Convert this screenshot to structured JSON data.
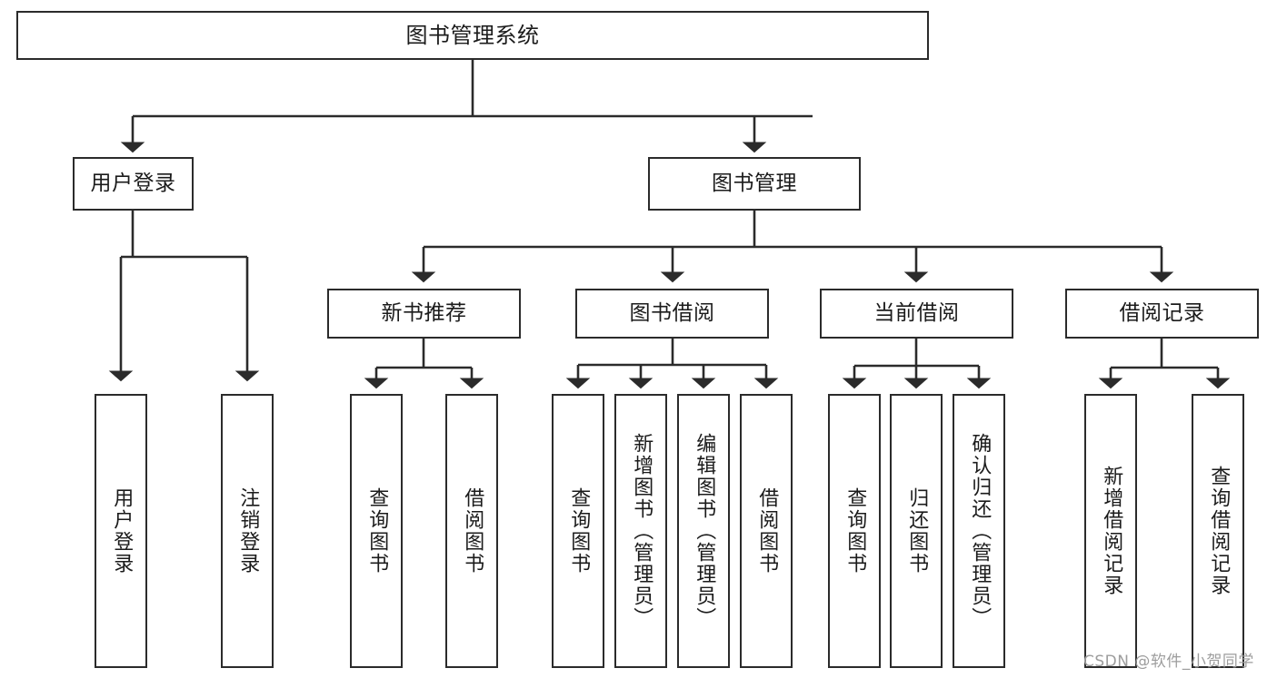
{
  "diagram": {
    "type": "tree",
    "title": "图书管理系统",
    "watermark": "CSDN @软件_小贺同学",
    "colors": {
      "box_border": "#2b2b2b",
      "box_fill": "#ffffff",
      "connector": "#2b2b2b",
      "text": "#1b1b1b",
      "watermark": "#9d9d9d",
      "background": "#ffffff"
    },
    "levels": {
      "root": {
        "label": "图书管理系统"
      },
      "level2": [
        {
          "label": "用户登录"
        },
        {
          "label": "图书管理"
        }
      ],
      "level3": [
        {
          "label": "新书推荐"
        },
        {
          "label": "图书借阅"
        },
        {
          "label": "当前借阅"
        },
        {
          "label": "借阅记录"
        }
      ],
      "leaves": {
        "user_login": [
          {
            "label": "用户登录"
          },
          {
            "label": "注销登录"
          }
        ],
        "new_book_recommend": [
          {
            "label": "查询图书"
          },
          {
            "label": "借阅图书"
          }
        ],
        "book_borrow": [
          {
            "label": "查询图书"
          },
          {
            "label": "新增图书（管理员）"
          },
          {
            "label": "编辑图书（管理员）"
          },
          {
            "label": "借阅图书"
          }
        ],
        "current_borrow": [
          {
            "label": "查询图书"
          },
          {
            "label": "归还图书"
          },
          {
            "label": "确认归还（管理员）"
          }
        ],
        "borrow_record": [
          {
            "label": "新增借阅记录"
          },
          {
            "label": "查询借阅记录"
          }
        ]
      }
    }
  }
}
